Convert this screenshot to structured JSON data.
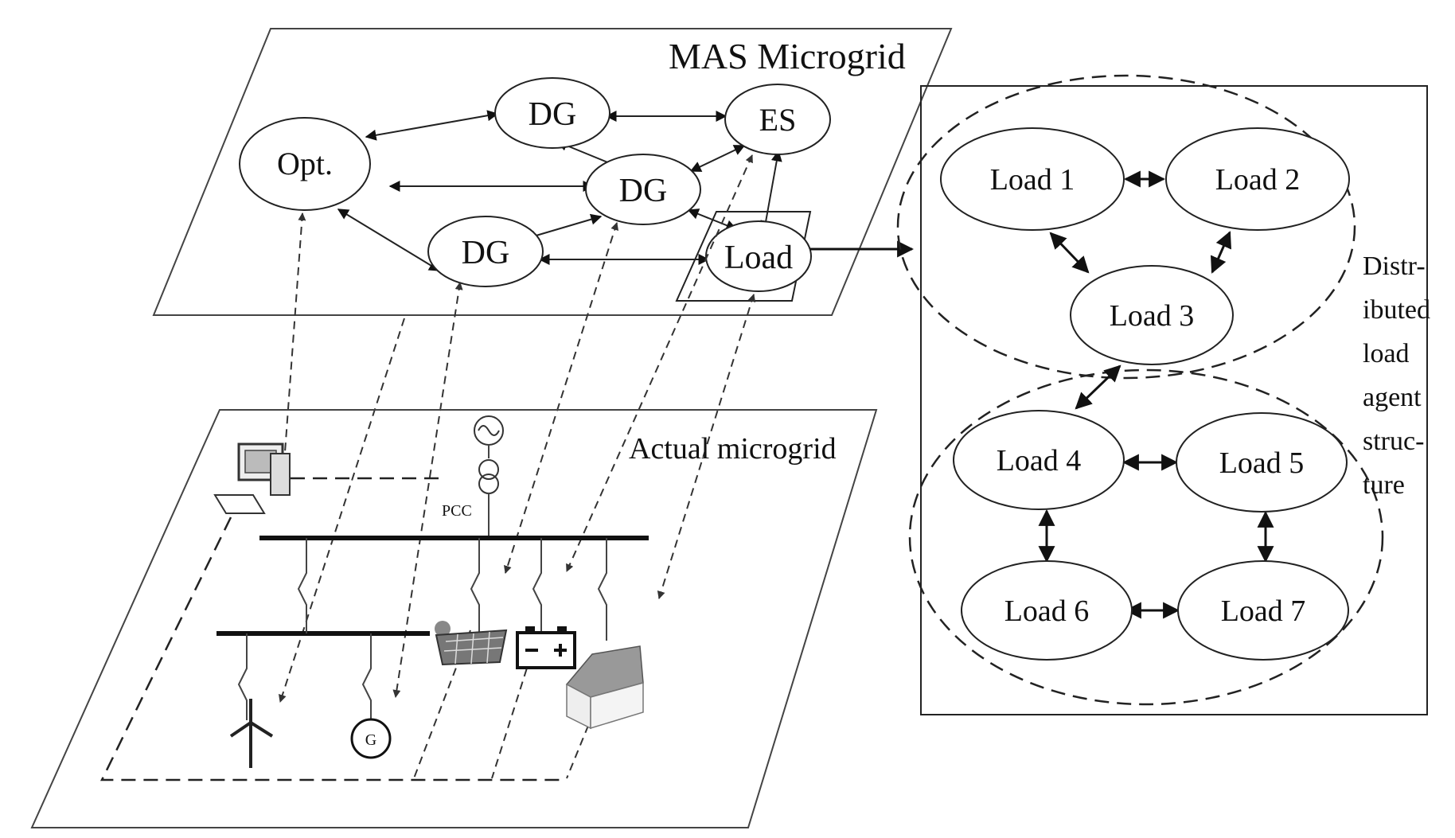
{
  "mas_plane": {
    "title": "MAS Microgrid",
    "nodes": {
      "opt": "Opt.",
      "dg_top": "DG",
      "es": "ES",
      "dg_mid": "DG",
      "dg_low": "DG",
      "load": "Load"
    }
  },
  "actual_plane": {
    "title": "Actual microgrid",
    "pcc_label": "PCC",
    "generator_symbol": "G"
  },
  "load_panel": {
    "loads": [
      "Load 1",
      "Load 2",
      "Load 3",
      "Load 4",
      "Load 5",
      "Load 6",
      "Load 7"
    ],
    "caption_lines": [
      "Distr-",
      "ibuted",
      "load",
      "agent",
      "struc-",
      "ture"
    ]
  }
}
